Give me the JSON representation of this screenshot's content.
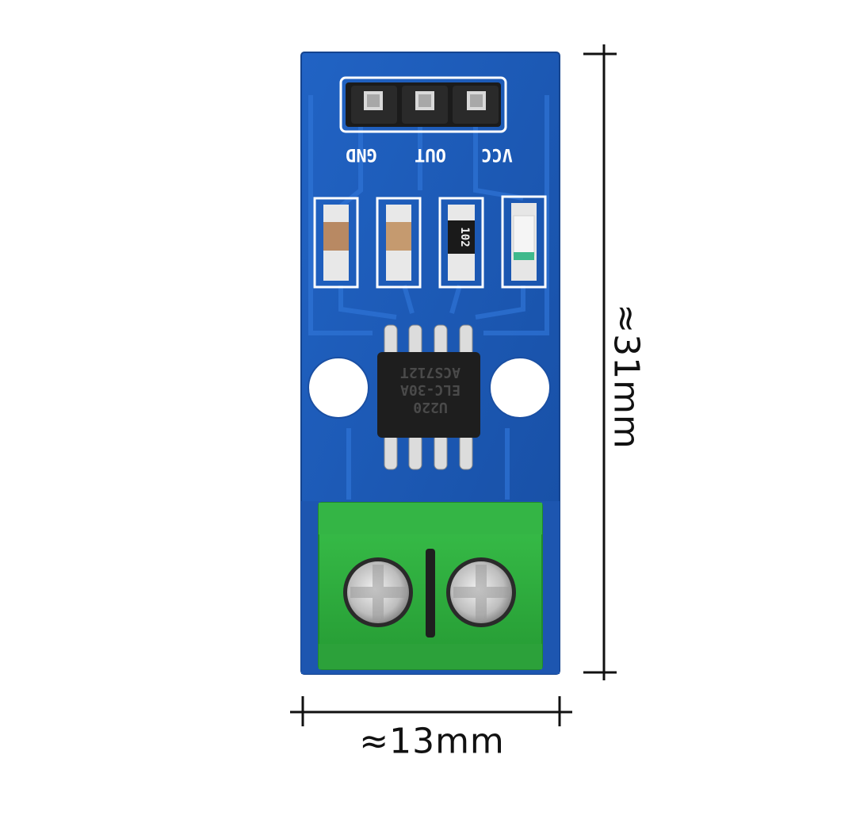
{
  "dimensions": {
    "height_label": "≈31mm",
    "width_label": "≈13mm"
  },
  "board": {
    "pin_labels": [
      "GND",
      "OUT",
      "VCC"
    ],
    "resistor_marking": "102",
    "chip_marking_lines": [
      "ACS712T",
      "ELC-30A",
      "U220"
    ]
  },
  "colors": {
    "pcb": "#1c58b5",
    "pcb_edge": "#1a4fa3",
    "terminal": "#2db53c",
    "silkscreen": "#ffffff",
    "chip": "#1e1e1e"
  }
}
